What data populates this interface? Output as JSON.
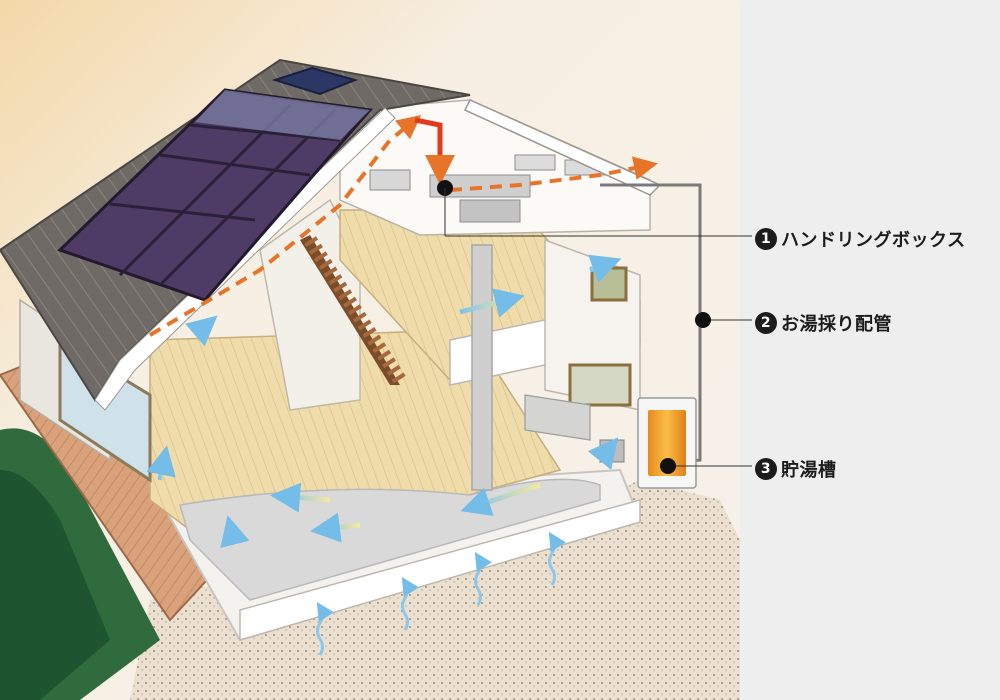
{
  "labels": [
    {
      "number": "1",
      "text": "ハンドリングボックス"
    },
    {
      "number": "2",
      "text": "お湯採り配管"
    },
    {
      "number": "3",
      "text": "貯湯槽"
    }
  ],
  "colors": {
    "background_panel": "#efeeee",
    "callout": "#1c1c1c",
    "warm_air_arrow": "#e8742a",
    "cool_air_arrow": "#8cc8ec",
    "roof_panel": "#4e3b63",
    "floor_wood": "#ecd9a8",
    "tank": "#f09a2a"
  },
  "icons": [
    "warm-air-arrow-icon",
    "cool-air-arrow-icon",
    "ground-heat-arrow-icon"
  ]
}
